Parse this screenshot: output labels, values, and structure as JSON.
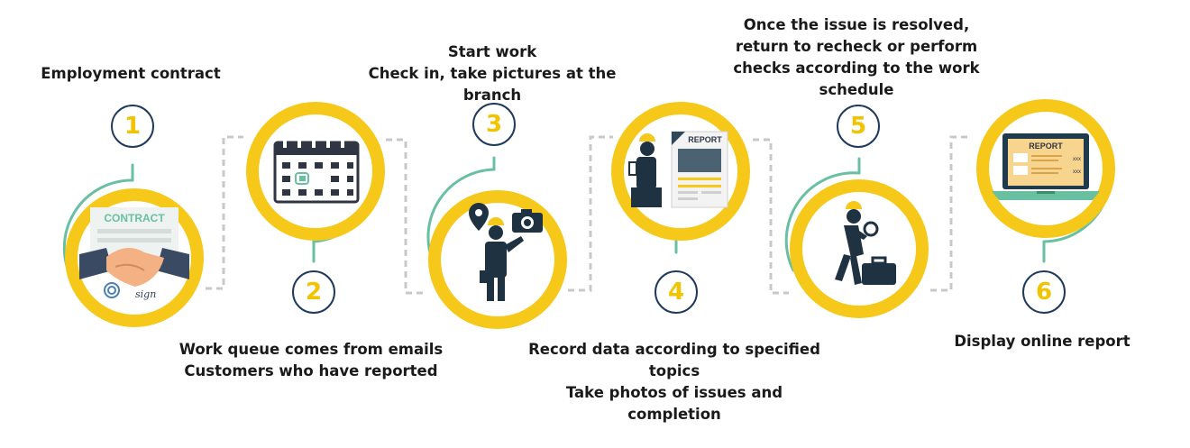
{
  "steps": [
    {
      "number": "1",
      "lines": [
        "Employment contract"
      ],
      "icon": "handshake-contract-icon"
    },
    {
      "number": "2",
      "lines": [
        "Work queue comes from emails",
        "Customers who have reported"
      ],
      "icon": "calendar-icon"
    },
    {
      "number": "3",
      "lines": [
        "Start work",
        "Check in, take pictures at the",
        "branch"
      ],
      "icon": "worker-camera-location-icon"
    },
    {
      "number": "4",
      "lines": [
        "Record data according to specified",
        "topics",
        "Take photos of issues and",
        "completion"
      ],
      "icon": "worker-report-icon"
    },
    {
      "number": "5",
      "lines": [
        "Once the issue is resolved,",
        "return to recheck or perform",
        "checks according to the work",
        "schedule"
      ],
      "icon": "inspector-magnifier-icon"
    },
    {
      "number": "6",
      "lines": [
        "Display online report"
      ],
      "icon": "laptop-report-icon"
    }
  ],
  "icon_text": {
    "contract": "CONTRACT",
    "sign": "sign",
    "report": "REPORT",
    "xxx": "xxx"
  },
  "colors": {
    "ring": "#f5c81a",
    "accent": "#69c0a0",
    "navy": "#1f3a5c",
    "connector": "#c8c8c8"
  }
}
